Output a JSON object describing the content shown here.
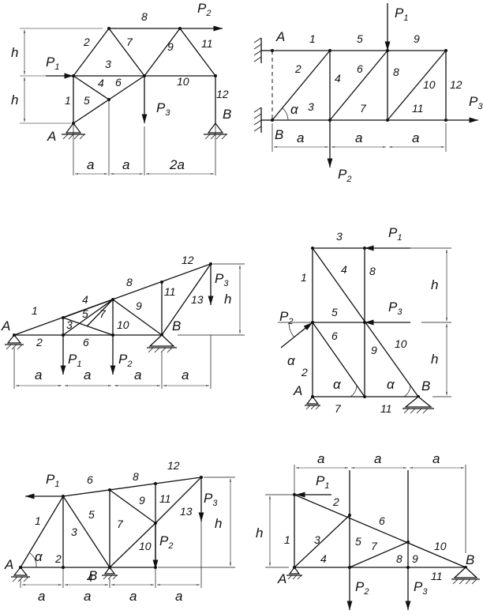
{
  "diagrams": [
    {
      "id": "truss-1",
      "members": [
        "1",
        "2",
        "3",
        "4",
        "5",
        "6",
        "7",
        "8",
        "9",
        "10",
        "11",
        "12"
      ],
      "supports": {
        "A": "A",
        "B": "B"
      },
      "loads": {
        "P1": "P",
        "P1s": "1",
        "P2": "P",
        "P2s": "2",
        "P3": "P",
        "P3s": "3"
      },
      "dims": {
        "h1": "h",
        "h2": "h",
        "a1": "a",
        "a2": "a",
        "a3": "2a"
      }
    },
    {
      "id": "truss-2",
      "members": [
        "1",
        "2",
        "3",
        "4",
        "5",
        "6",
        "7",
        "8",
        "9",
        "10",
        "11",
        "12"
      ],
      "supports": {
        "A": "A",
        "B": "B"
      },
      "angle": "α",
      "loads": {
        "P1": "P",
        "P1s": "1",
        "P2": "P",
        "P2s": "2",
        "P3": "P",
        "P3s": "3"
      },
      "dims": {
        "a1": "a",
        "a2": "a",
        "a3": "a"
      }
    },
    {
      "id": "truss-3",
      "members": [
        "1",
        "2",
        "3",
        "4",
        "5",
        "6",
        "7",
        "8",
        "9",
        "10",
        "11",
        "12",
        "13"
      ],
      "supports": {
        "A": "A",
        "B": "B"
      },
      "loads": {
        "P1": "P",
        "P1s": "1",
        "P2": "P",
        "P2s": "2",
        "P3": "P",
        "P3s": "3"
      },
      "dims": {
        "h": "h",
        "a1": "a",
        "a2": "a",
        "a3": "a",
        "a4": "a"
      }
    },
    {
      "id": "truss-4",
      "members": [
        "1",
        "2",
        "3",
        "4",
        "5",
        "6",
        "7",
        "8",
        "9",
        "10",
        "11"
      ],
      "supports": {
        "A": "A",
        "B": "B"
      },
      "angle": "α",
      "loads": {
        "P1": "P",
        "P1s": "1",
        "P2": "P",
        "P2s": "2",
        "P3": "P",
        "P3s": "3"
      },
      "dims": {
        "h1": "h",
        "h2": "h"
      }
    },
    {
      "id": "truss-5",
      "members": [
        "1",
        "2",
        "3",
        "4",
        "5",
        "6",
        "7",
        "8",
        "9",
        "10",
        "11",
        "12",
        "13"
      ],
      "supports": {
        "A": "A",
        "B": "B"
      },
      "angle": "α",
      "loads": {
        "P1": "P",
        "P1s": "1",
        "P2": "P",
        "P2s": "2",
        "P3": "P",
        "P3s": "3"
      },
      "dims": {
        "h": "h",
        "a1": "a",
        "a2": "a",
        "a3": "a",
        "a4": "a"
      }
    },
    {
      "id": "truss-6",
      "members": [
        "1",
        "2",
        "3",
        "4",
        "5",
        "6",
        "7",
        "8",
        "9",
        "10",
        "11"
      ],
      "supports": {
        "A": "A",
        "B": "B"
      },
      "loads": {
        "P1": "P",
        "P1s": "1",
        "P2": "P",
        "P2s": "2",
        "P3": "P",
        "P3s": "3"
      },
      "dims": {
        "h": "h",
        "a1": "a",
        "a2": "a",
        "a3": "a"
      }
    }
  ]
}
